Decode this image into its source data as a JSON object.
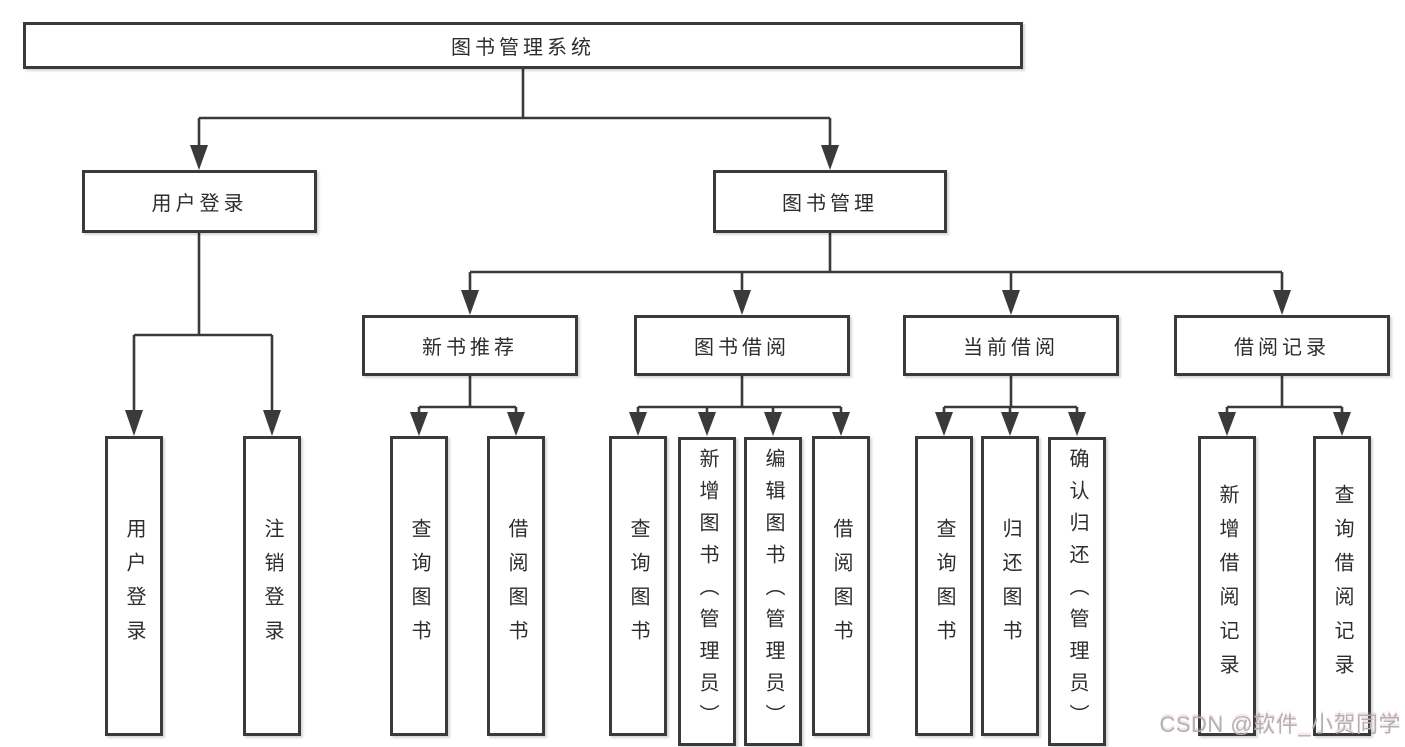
{
  "colors": {
    "background": "#ffffff",
    "line": "#3a3a3a",
    "box_border": "#3a3a3a",
    "text": "#2d2d2d",
    "watermark": "#b1b1b1"
  },
  "tree": {
    "root": "图书管理系统",
    "branches": [
      {
        "label": "用户登录",
        "children": [
          "用户登录",
          "注销登录"
        ]
      },
      {
        "label": "图书管理",
        "sections": [
          {
            "label": "新书推荐",
            "children": [
              "查询图书",
              "借阅图书"
            ]
          },
          {
            "label": "图书借阅",
            "children": [
              "查询图书",
              "新增图书（管理员）",
              "编辑图书（管理员）",
              "借阅图书"
            ]
          },
          {
            "label": "当前借阅",
            "children": [
              "查询图书",
              "归还图书",
              "确认归还（管理员）"
            ]
          },
          {
            "label": "借阅记录",
            "children": [
              "新增借阅记录",
              "查询借阅记录"
            ]
          }
        ]
      }
    ]
  },
  "watermark": {
    "text": "CSDN @软件_小贺同学"
  }
}
